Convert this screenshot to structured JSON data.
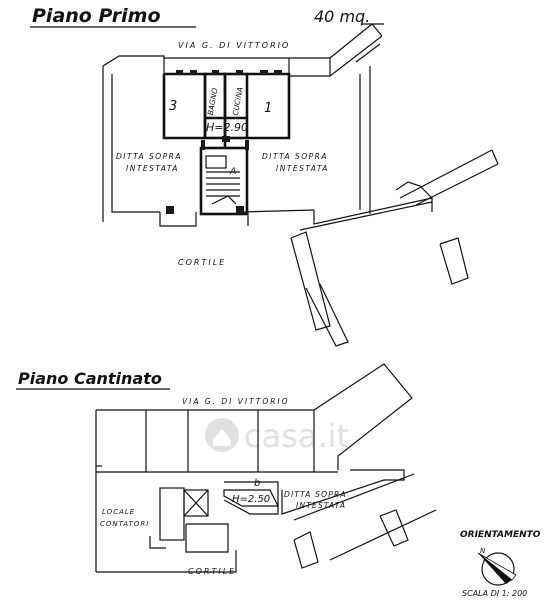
{
  "title_first": "Piano Primo",
  "area_note": "40 mq.",
  "street_top": "VIA G. DI VITTORIO",
  "room_3": "3",
  "room_bagno": "BAGNO",
  "room_cucina": "CUCINA",
  "room_1": "1",
  "height_first": "H=2.90",
  "ditta_left_1": "DITTA SOPRA",
  "ditta_left_2": "INTESTATA",
  "ditta_right_1": "DITTA SOPRA",
  "ditta_right_2": "INTESTATA",
  "stair_a": "A",
  "cortile_top": "CORTILE",
  "title_basement": "Piano Cantinato",
  "street_bottom": "VIA G. DI VITTORIO",
  "watermark": "casa.it",
  "basement_mark": "b",
  "height_basement": "H=2.50",
  "ditta_bottom_1": "DITTA SOPRA",
  "ditta_bottom_2": "INTESTATA",
  "locale_1": "LOCALE",
  "locale_2": "CONTATORI",
  "cortile_bottom": "CORTILE",
  "orientation_label": "ORIENTAMENTO",
  "north_label": "N",
  "scale_label": "SCALA DI 1: 200"
}
